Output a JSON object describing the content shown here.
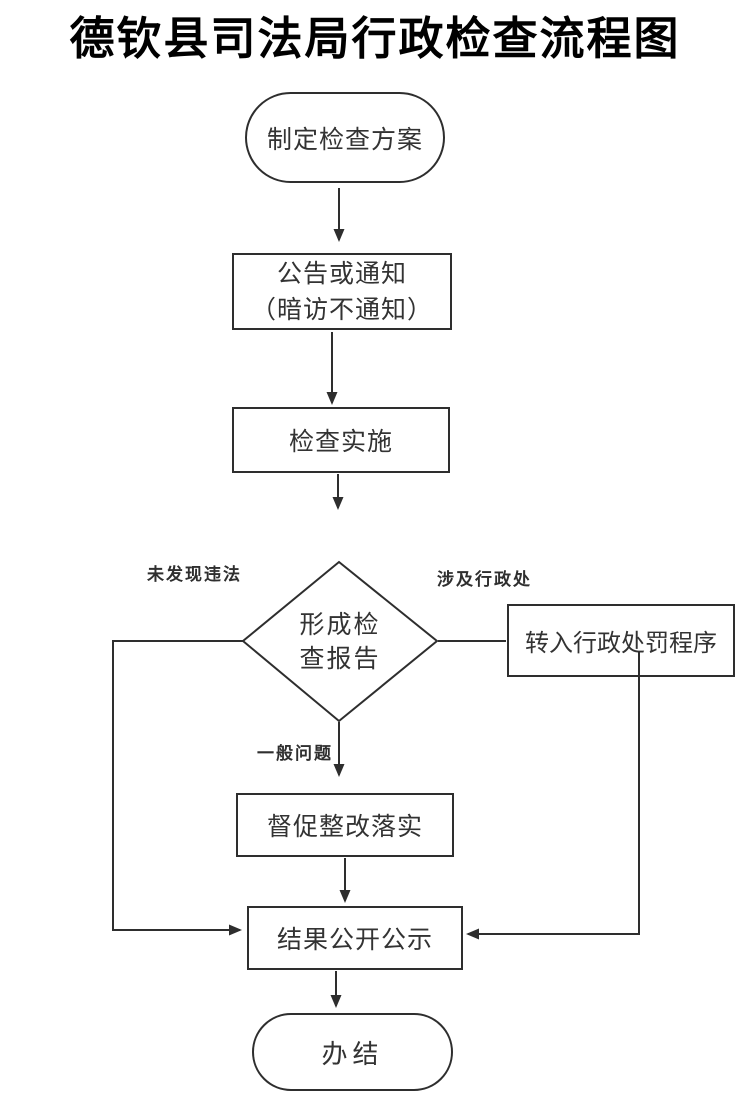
{
  "title": "德钦县司法局行政检查流程图",
  "flowchart": {
    "nodes": {
      "start": "制定检查方案",
      "notice_line1": "公告或通知",
      "notice_line2": "（暗访不通知）",
      "implement": "检查实施",
      "decision_line1": "形成检",
      "decision_line2": "查报告",
      "penalty": "转入行政处罚程序",
      "rectify": "督促整改落实",
      "publish": "结果公开公示",
      "end": "办结"
    },
    "edge_labels": {
      "no_violation": "未发现违法",
      "penalty_branch": "涉及行政处",
      "general_issue": "一般问题"
    },
    "colors": {
      "line": "#2e2e2e",
      "text": "#333333",
      "background": "#ffffff"
    }
  }
}
